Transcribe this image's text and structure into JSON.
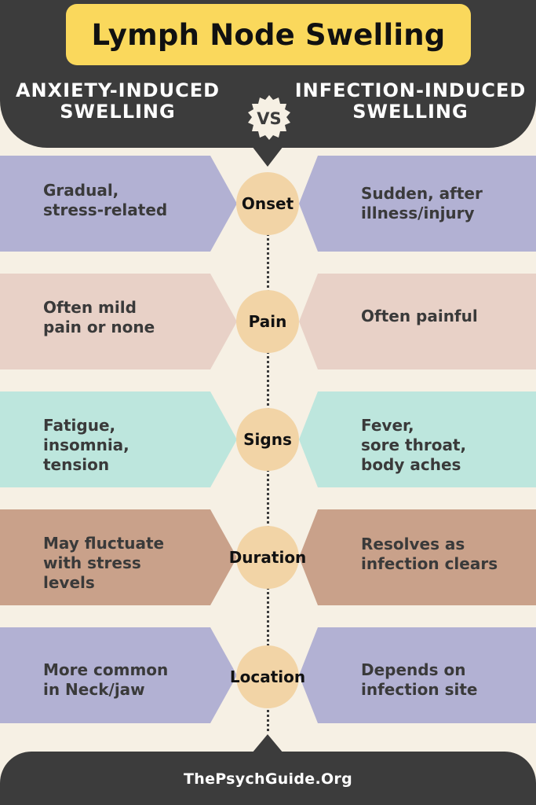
{
  "header": {
    "title": "Lymph Node Swelling",
    "left_heading": "ANXIETY-INDUCED\nSWELLING",
    "right_heading": "INFECTION-INDUCED\nSWELLING",
    "vs_label": "VS"
  },
  "rows": [
    {
      "label": "Onset",
      "anxiety": "Gradual,\nstress-related",
      "infection": "Sudden, after\nillness/injury",
      "color": "#b2b1d3"
    },
    {
      "label": "Pain",
      "anxiety": "Often mild\npain or none",
      "infection": "Often painful",
      "color": "#e8d1c7"
    },
    {
      "label": "Signs",
      "anxiety": "Fatigue,\ninsomnia,\ntension",
      "infection": "Fever,\nsore throat,\nbody aches",
      "color": "#bde6dd"
    },
    {
      "label": "Duration",
      "anxiety": "May fluctuate\nwith stress\nlevels",
      "infection": "Resolves as\ninfection clears",
      "color": "#c9a18a"
    },
    {
      "label": "Location",
      "anxiety": "More common\nin Neck/jaw",
      "infection": "Depends on\ninfection site",
      "color": "#b2b1d3"
    }
  ],
  "footer": {
    "text": "ThePsychGuide.Org"
  },
  "colors": {
    "dark": "#3c3c3c",
    "title_bg": "#fad85c",
    "circle": "#f2d4a6",
    "background": "#f6f0e4"
  }
}
